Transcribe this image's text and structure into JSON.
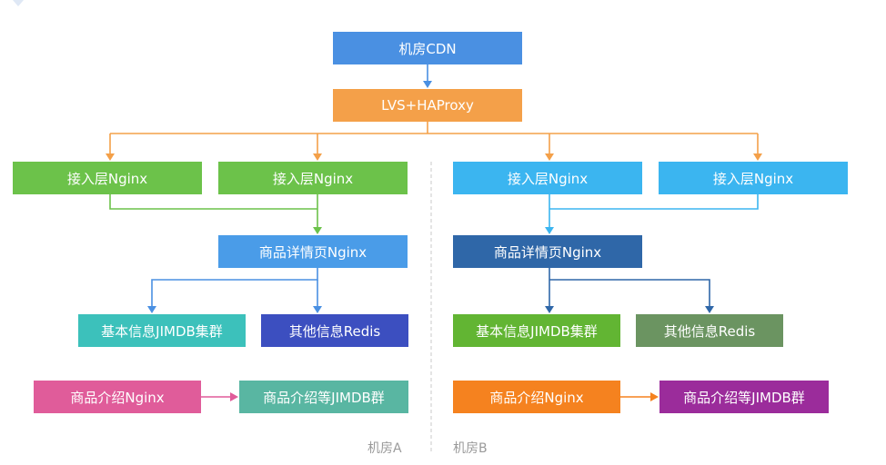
{
  "nodes": {
    "cdn": {
      "label": "机房CDN",
      "color": "#4a90e2"
    },
    "lvs": {
      "label": "LVS+HAProxy",
      "color": "#f4a049"
    },
    "a_nginx_1": {
      "label": "接入层Nginx",
      "color": "#6cc24a"
    },
    "a_nginx_2": {
      "label": "接入层Nginx",
      "color": "#6cc24a"
    },
    "b_nginx_1": {
      "label": "接入层Nginx",
      "color": "#3bb5f0"
    },
    "b_nginx_2": {
      "label": "接入层Nginx",
      "color": "#3bb5f0"
    },
    "a_detail": {
      "label": "商品详情页Nginx",
      "color": "#4a9ce8"
    },
    "b_detail": {
      "label": "商品详情页Nginx",
      "color": "#2f67a8"
    },
    "a_jimdb": {
      "label": "基本信息JIMDB集群",
      "color": "#3cc1bb"
    },
    "a_redis": {
      "label": "其他信息Redis",
      "color": "#3c4fc0"
    },
    "b_jimdb": {
      "label": "基本信息JIMDB集群",
      "color": "#62b533"
    },
    "b_redis": {
      "label": "其他信息Redis",
      "color": "#6b9461"
    },
    "a_intro_nginx": {
      "label": "商品介绍Nginx",
      "color": "#e05c9a"
    },
    "a_intro_jimdb": {
      "label": "商品介绍等JIMDB群",
      "color": "#59b6a2"
    },
    "b_intro_nginx": {
      "label": "商品介绍Nginx",
      "color": "#f5821f"
    },
    "b_intro_jimdb": {
      "label": "商品介绍等JIMDB群",
      "color": "#9b2c9b"
    }
  },
  "rooms": {
    "a": {
      "label": "机房A"
    },
    "b": {
      "label": "机房B"
    }
  },
  "colors": {
    "arrow_blue": "#4a90e2",
    "arrow_orange": "#f4a049",
    "arrow_green": "#6cc24a",
    "arrow_cyan": "#3bb5f0",
    "arrow_darkblue": "#2f67a8",
    "arrow_pink": "#e05c9a",
    "arrow_orange_b": "#f5821f",
    "divider": "#c8c8c8"
  }
}
